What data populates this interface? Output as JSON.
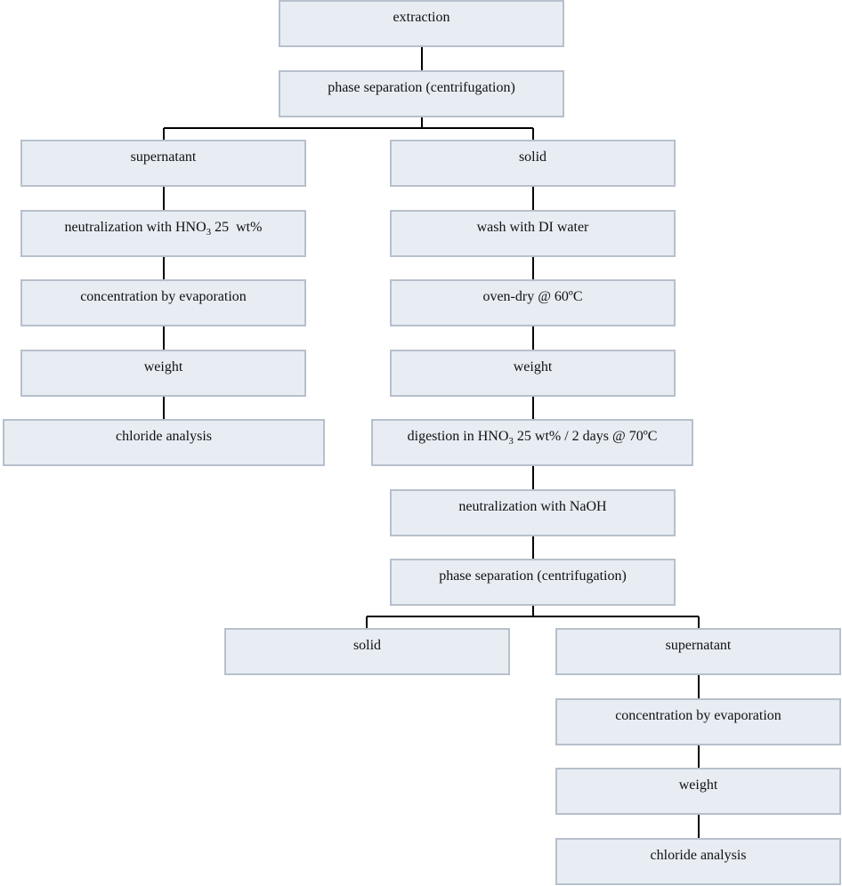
{
  "nodes": {
    "extraction": "extraction",
    "phase_sep_1": "phase separation (centrifugation)",
    "supernatant_1": "supernatant",
    "solid_1": "solid",
    "neutralization_hno3": {
      "pre": "neutralization with HNO",
      "sub": "3",
      "post": " 25  wt%"
    },
    "wash": "wash with DI water",
    "conc_evap_1": "concentration by evaporation",
    "oven_dry": "oven-dry @ 60ºC",
    "weight_1": "weight",
    "weight_2": "weight",
    "chloride_1": "chloride analysis",
    "digestion": {
      "pre": "digestion in HNO",
      "sub": "3",
      "post": " 25 wt% / 2 days @ 70ºC"
    },
    "neutralization_naoh": "neutralization with NaOH",
    "phase_sep_2": "phase separation (centrifugation)",
    "solid_2": "solid",
    "supernatant_2": "supernatant",
    "conc_evap_2": "concentration by evaporation",
    "weight_3": "weight",
    "chloride_2": "chloride analysis"
  }
}
